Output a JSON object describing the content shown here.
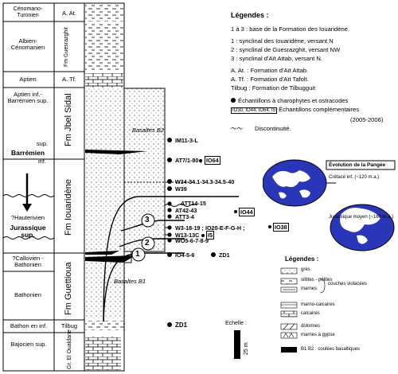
{
  "stages": {
    "cenomano_turonien": "Cénomano-\nTuronien",
    "albien_cenomanien": "Albien-\nCénomanien",
    "aptien": "Aptien",
    "aptien_barremien": "Aptien inf.-\nBarrémien sup.",
    "sup": "sup.",
    "barremien": "Barrémien",
    "inf": "inf.",
    "hauterivien": "?Hauterivien",
    "jurassique_sup": "Jurassique\nsup.",
    "callovien": "?Callovien -\nBathonien",
    "bathonien": "Bathonien",
    "bathon_inf": "Bathon en inf.",
    "bajocien": "Bajocien sup."
  },
  "formations": {
    "a_at": "A. At.",
    "a_tf": "A. Tf.",
    "fm_guesrazghit": "Fm Guesrazghit",
    "fm_jbel_sidal": "Fm Jbel Sidal",
    "fm_iouaridene": "Fm Iouaridène",
    "fm_guettioua": "Fm Guettioua",
    "tilbug": "Tilbug",
    "gr_el_oualdane": "Gr. El Oualdane"
  },
  "basalt_labels": {
    "b2": "Basaltes B2",
    "b1": "Basaltes B1"
  },
  "samples": {
    "im11": "IM11-3-L",
    "at7": "AT7/1-80 ;",
    "io64": "IO64",
    "w34": "W34-34.1-34.3-34.5-40",
    "w39": "W39",
    "att14": "ATT14-15",
    "at42": "AT42-43",
    "att34": "ATT3-4",
    "io44": "IO44",
    "w3": "W3-18-19 ; IO20-E-F-G-H ;",
    "io38": "IO38",
    "w13": "W13-13C",
    "i5": "I5",
    "wo5": "WO5-6-7-8-9",
    "io4": "IO4-5-6",
    "zd1a": "ZD1",
    "zd1b": "ZD1"
  },
  "numbers": {
    "n1": "1",
    "n2": "2",
    "n3": "3"
  },
  "legend_top": {
    "title": "Légendes :",
    "line1": "1 à 3 : base de la Formation des Iouaridène.",
    "line2": "1 : synclinal des Iouaridène, versant N",
    "line3": "2 : synclinal de Guesrazghit, versant NW",
    "line4": "3 : synclinal d'Aït Attab, versant N.",
    "line5": "A. At. : Formation d'Aït Attab.",
    "line6": "A. Tf. : Formation d'Aït Tafolt.",
    "line7": "Tilbug : Formation de Tilbugguit",
    "line8": "Échantillons à charophytes et ostracodes",
    "line9_box": "IO30, IO44, IO64, I5",
    "line9": "Échantillons complémentaires",
    "line10": "(2005-2006)",
    "line11": "Discontinuité."
  },
  "maps": {
    "title": "Évolution de la Pangée",
    "cretace": "Crétacé inf. (~120 m.a.)",
    "jurassique": "Jurassique moyen (~160 m.a.)"
  },
  "legend_bottom": {
    "title": "Légendes :",
    "gres": "grès",
    "siltites": "siltites - pélites",
    "marnes": "marnes",
    "couches_violacees": "couches violacées",
    "marno_calcaires": "marno-calcaires",
    "calcaires": "calcaires",
    "dolomies": "dolomies",
    "marnes_gypse": "marnes à gypse",
    "basalt": "B1 B2 : coulées basaltiques"
  },
  "scale": {
    "title": "Echelle :",
    "value": "25 m"
  },
  "colors": {
    "map_ocean": "#2a36b8",
    "map_land": "#ffffff",
    "line": "#000000"
  }
}
